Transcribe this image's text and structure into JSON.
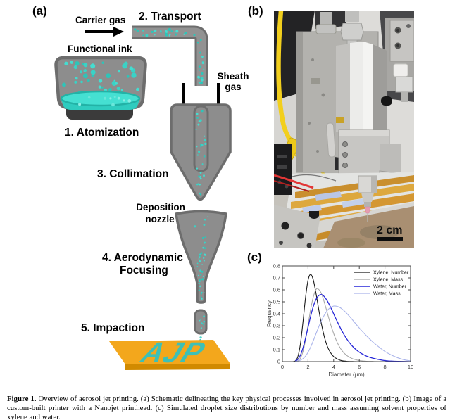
{
  "panel_a": {
    "label": "(a)",
    "annotations": {
      "carrier_gas": "Carrier gas",
      "functional_ink": "Functional ink",
      "sheath_line1": "Sheath",
      "sheath_line2": "gas",
      "deposition_line1": "Deposition",
      "deposition_line2": "nozzle",
      "step1": "1. Atomization",
      "step2": "2. Transport",
      "step3": "3. Collimation",
      "step4_line1": "4. Aerodynamic",
      "step4_line2": "Focusing",
      "step5": "5. Impaction",
      "substrate_text": "AJP"
    },
    "colors": {
      "aerosol_teal": "#3ad2c6",
      "liquid_teal": "#35d9cb",
      "body_gray": "#929292",
      "outline_gray": "#6d6d6d",
      "base_dark": "#3b3b3b",
      "substrate_gold": "#f3a71c",
      "substrate_edge": "#d18a00",
      "ajp_teal": "#3ec0b6"
    }
  },
  "panel_b": {
    "label": "(b)",
    "scale_bar_text": "2 cm"
  },
  "panel_c": {
    "label": "(c)"
  },
  "chart_data": {
    "type": "line",
    "title": "",
    "xlabel": "Diameter (μm)",
    "ylabel": "Frequency",
    "xlim": [
      0,
      10
    ],
    "ylim": [
      0,
      0.8
    ],
    "xticks": [
      0,
      2,
      4,
      6,
      8,
      10
    ],
    "xtick_labels": [
      "0",
      "2",
      "4",
      "6",
      "8",
      "10"
    ],
    "yticks": [
      0,
      0.1,
      0.2,
      0.3,
      0.4,
      0.5,
      0.6,
      0.7,
      0.8
    ],
    "ytick_labels": [
      "0",
      "0.1",
      "0.2",
      "0.3",
      "0.4",
      "0.5",
      "0.6",
      "0.7",
      "0.8"
    ],
    "grid": false,
    "legend_position": "upper right",
    "series": [
      {
        "name": "Xylene, Number",
        "color": "#1a1a1a",
        "width": 1.1,
        "points": [
          [
            0.8,
            0
          ],
          [
            1.0,
            0.005
          ],
          [
            1.2,
            0.039
          ],
          [
            1.4,
            0.143
          ],
          [
            1.6,
            0.325
          ],
          [
            1.8,
            0.53
          ],
          [
            2.0,
            0.68
          ],
          [
            2.2,
            0.73
          ],
          [
            2.4,
            0.687
          ],
          [
            2.6,
            0.584
          ],
          [
            2.8,
            0.459
          ],
          [
            3.0,
            0.338
          ],
          [
            3.3,
            0.196
          ],
          [
            3.6,
            0.105
          ],
          [
            4.0,
            0.042
          ],
          [
            4.5,
            0.012
          ],
          [
            5.0,
            0.003
          ],
          [
            5.5,
            0.001
          ],
          [
            6.0,
            0
          ],
          [
            10,
            0
          ]
        ]
      },
      {
        "name": "Xylene, Mass",
        "color": "#a3a3a3",
        "width": 1.0,
        "points": [
          [
            1.0,
            0
          ],
          [
            1.2,
            0.006
          ],
          [
            1.4,
            0.027
          ],
          [
            1.6,
            0.081
          ],
          [
            1.8,
            0.178
          ],
          [
            2.0,
            0.305
          ],
          [
            2.2,
            0.434
          ],
          [
            2.4,
            0.537
          ],
          [
            2.6,
            0.597
          ],
          [
            2.75,
            0.61
          ],
          [
            3.0,
            0.579
          ],
          [
            3.2,
            0.521
          ],
          [
            3.5,
            0.41
          ],
          [
            3.8,
            0.298
          ],
          [
            4.2,
            0.179
          ],
          [
            4.6,
            0.099
          ],
          [
            5.0,
            0.053
          ],
          [
            5.5,
            0.023
          ],
          [
            6.0,
            0.009
          ],
          [
            6.5,
            0.004
          ],
          [
            7.0,
            0.002
          ],
          [
            7.5,
            0
          ],
          [
            10,
            0
          ]
        ]
      },
      {
        "name": "Water, Number",
        "color": "#2626d8",
        "width": 1.3,
        "points": [
          [
            1.0,
            0.004
          ],
          [
            1.2,
            0.018
          ],
          [
            1.4,
            0.052
          ],
          [
            1.6,
            0.112
          ],
          [
            1.8,
            0.193
          ],
          [
            2.0,
            0.286
          ],
          [
            2.2,
            0.378
          ],
          [
            2.4,
            0.457
          ],
          [
            2.6,
            0.515
          ],
          [
            2.8,
            0.549
          ],
          [
            3.0,
            0.56
          ],
          [
            3.2,
            0.551
          ],
          [
            3.5,
            0.508
          ],
          [
            3.8,
            0.446
          ],
          [
            4.2,
            0.353
          ],
          [
            4.6,
            0.266
          ],
          [
            5.0,
            0.193
          ],
          [
            5.5,
            0.125
          ],
          [
            6.0,
            0.079
          ],
          [
            6.5,
            0.049
          ],
          [
            7.0,
            0.03
          ],
          [
            7.5,
            0.018
          ],
          [
            8.0,
            0.008
          ],
          [
            8.5,
            0.004
          ],
          [
            9.0,
            0.002
          ],
          [
            10,
            0
          ]
        ]
      },
      {
        "name": "Water, Mass",
        "color": "#aab4ea",
        "width": 1.1,
        "points": [
          [
            1.0,
            0.001
          ],
          [
            1.2,
            0.005
          ],
          [
            1.4,
            0.012
          ],
          [
            1.6,
            0.024
          ],
          [
            1.8,
            0.045
          ],
          [
            2.0,
            0.078
          ],
          [
            2.2,
            0.121
          ],
          [
            2.4,
            0.172
          ],
          [
            2.6,
            0.227
          ],
          [
            2.8,
            0.281
          ],
          [
            3.0,
            0.332
          ],
          [
            3.3,
            0.395
          ],
          [
            3.6,
            0.439
          ],
          [
            3.9,
            0.461
          ],
          [
            4.1,
            0.465
          ],
          [
            4.4,
            0.457
          ],
          [
            4.7,
            0.436
          ],
          [
            5.0,
            0.406
          ],
          [
            5.4,
            0.358
          ],
          [
            5.8,
            0.306
          ],
          [
            6.2,
            0.257
          ],
          [
            6.6,
            0.212
          ],
          [
            7.0,
            0.17
          ],
          [
            7.5,
            0.125
          ],
          [
            8.0,
            0.085
          ],
          [
            8.5,
            0.055
          ],
          [
            9.0,
            0.032
          ],
          [
            9.5,
            0.015
          ],
          [
            10,
            0.006
          ]
        ]
      }
    ]
  },
  "caption": {
    "prefix": "Figure 1.",
    "text": " Overview of aerosol jet printing. (a) Schematic delineating the key physical processes involved in aerosol jet printing. (b) Image of a custom-built printer with a Nanojet printhead. (c) Simulated droplet size distributions by number and mass assuming solvent properties of xylene and water."
  }
}
